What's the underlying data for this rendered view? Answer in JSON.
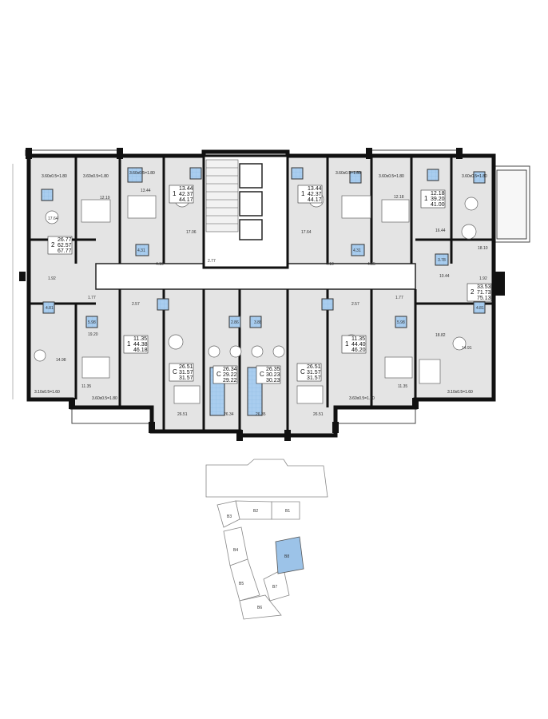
{
  "apartments": [
    {
      "id": "a1",
      "rooms": "2",
      "area_living": "26.77",
      "area_total": "62.57",
      "area_with_balcony": "67.77"
    },
    {
      "id": "a2",
      "rooms": "1",
      "area_living": "13.44",
      "area_total": "42.37",
      "area_with_balcony": "44.17"
    },
    {
      "id": "a3",
      "rooms": "1",
      "area_living": "13.44",
      "area_total": "42.37",
      "area_with_balcony": "44.17"
    },
    {
      "id": "a4",
      "rooms": "1",
      "area_living": "12.18",
      "area_total": "39.20",
      "area_with_balcony": "41.00"
    },
    {
      "id": "a5",
      "rooms": "2",
      "area_living": "33.53",
      "area_total": "71.73",
      "area_with_balcony": "75.13"
    },
    {
      "id": "a6",
      "rooms": "1",
      "area_living": "11.35",
      "area_total": "44.38",
      "area_with_balcony": "46.18"
    },
    {
      "id": "a7",
      "rooms": "C",
      "area_living": "26.51",
      "area_total": "31.57",
      "area_with_balcony": "31.57"
    },
    {
      "id": "a8",
      "rooms": "C",
      "area_living": "26.34",
      "area_total": "29.22",
      "area_with_balcony": "29.22"
    },
    {
      "id": "a9",
      "rooms": "C",
      "area_living": "26.35",
      "area_total": "30.23",
      "area_with_balcony": "30.23"
    },
    {
      "id": "a10",
      "rooms": "C",
      "area_living": "26.51",
      "area_total": "31.57",
      "area_with_balcony": "31.57"
    },
    {
      "id": "a11",
      "rooms": "1",
      "area_living": "11.35",
      "area_total": "44.40",
      "area_with_balcony": "46.20"
    }
  ],
  "balconies": {
    "top": [
      "3.60х0.5=1.80",
      "3.60х0.5=1.80",
      "3.60х0.5=1.80",
      "3.60х0.5=1.80",
      "3.60х0.5=1.80",
      "3.60х0.5=1.80"
    ],
    "bottom": [
      "3.10х0.5=1.60",
      "3.60х0.5=1.80",
      "3.60х0.5=1.80",
      "3.10х0.5=1.60"
    ]
  },
  "room_areas": [
    "17.64",
    "12.19",
    "13.44",
    "17.06",
    "17.64",
    "12.18",
    "16.44",
    "18.10",
    "14.98",
    "19.20",
    "26.51",
    "26.34",
    "26.35",
    "26.51",
    "18.82",
    "14.91",
    "11.35",
    "11.35",
    "10.44",
    "4.31",
    "4.31",
    "3.78",
    "5.98",
    "5.98",
    "4.81",
    "4.81",
    "1.77",
    "1.77",
    "2.57",
    "2.57",
    "1.92",
    "1.92",
    "2.77",
    "2.86",
    "4.10",
    "4.10",
    "4.85",
    "3.88"
  ],
  "key_plan": {
    "sections": [
      {
        "id": "s1",
        "label": "B1",
        "active": false
      },
      {
        "id": "s2",
        "label": "B2",
        "active": false
      },
      {
        "id": "s3",
        "label": "B3",
        "active": false
      },
      {
        "id": "s4",
        "label": "B4",
        "active": false
      },
      {
        "id": "s5",
        "label": "B5",
        "active": false
      },
      {
        "id": "s6",
        "label": "B6",
        "active": false
      },
      {
        "id": "s7",
        "label": "B7",
        "active": false
      },
      {
        "id": "s8",
        "label": "B8",
        "active": true
      }
    ]
  },
  "colors": {
    "wall": "#111111",
    "floor": "#dcdcdc",
    "wet": "#9fc6ea",
    "highlight": "#9cc3e8",
    "line": "#666666"
  }
}
